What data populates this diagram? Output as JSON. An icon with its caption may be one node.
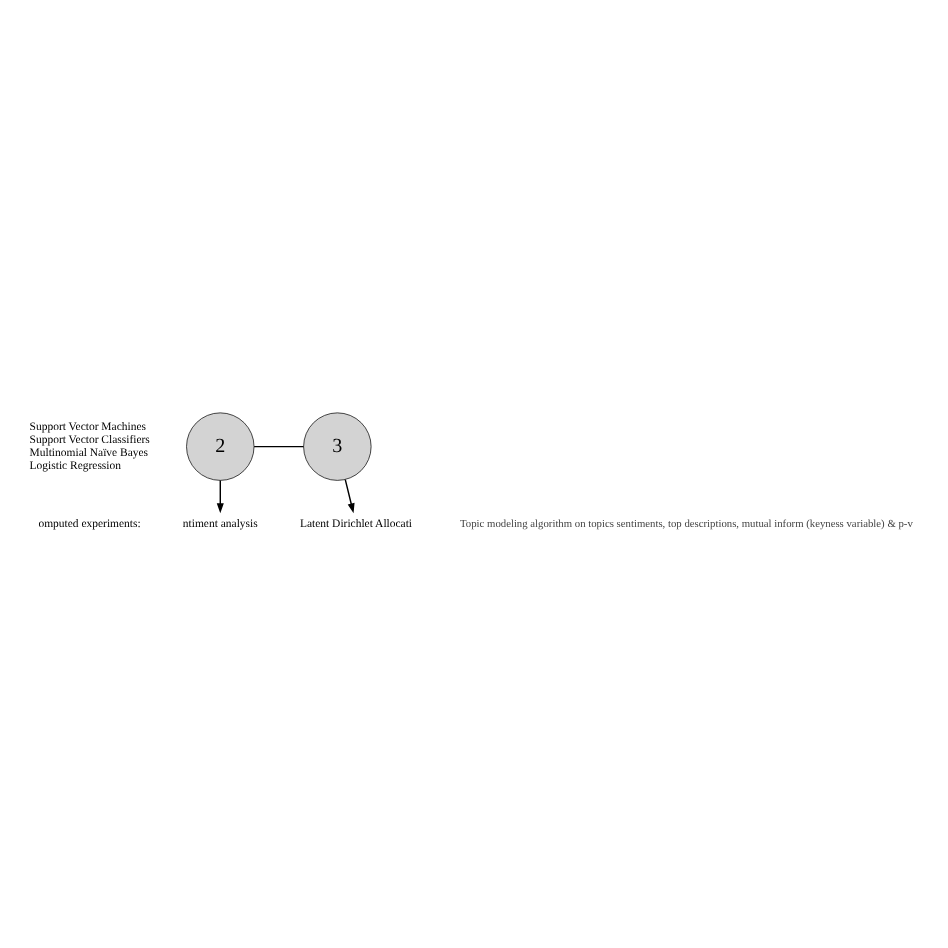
{
  "diagram": {
    "nodes": [
      {
        "text": [
          "2"
        ]
      },
      {
        "text": [
          "3"
        ]
      },
      {
        "text": [
          "ntiment analysis"
        ]
      },
      {
        "text": [
          "Latent Dirichlet Allocati"
        ]
      }
    ],
    "edges": [
      {
        "from": 0,
        "to": 1,
        "arrow": "none"
      },
      {
        "from": 0,
        "to": 2,
        "arrow": "to"
      },
      {
        "from": 1,
        "to": 3,
        "arrow": "to"
      }
    ],
    "labels": [
      "omputed experiments:",
      "Support Vector Machines",
      "Support Vector Classifiers",
      "Multinomial Naïve Bayes",
      "Logistic Regression",
      "Topic modeling algorithm on topics sentiments, top descriptions, mutual inform (keyness variable) & p-v"
    ]
  }
}
